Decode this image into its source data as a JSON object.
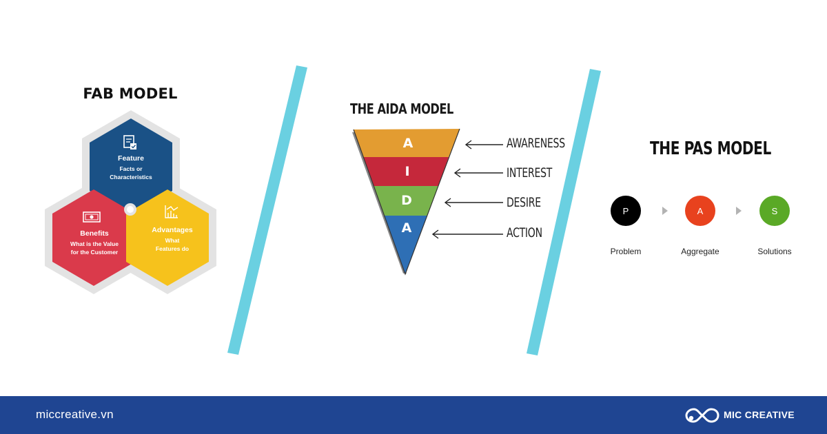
{
  "colors": {
    "divider": "#6ad0e1",
    "feature_hex": "#1a5186",
    "benefits_hex": "#da3a4b",
    "advantages_hex": "#f6c21c",
    "aida_a": "#e39c31",
    "aida_i": "#c5283b",
    "aida_d": "#79b34c",
    "aida_a2": "#2e6fb5",
    "pas_problem": "#000000",
    "pas_aggregate": "#e8421e",
    "pas_solutions": "#5aa926",
    "footer_bg": "#1f4592"
  },
  "fab": {
    "title": "FAB MODEL",
    "feature": {
      "title": "Feature",
      "line1": "Facts or",
      "line2": "Characteristics",
      "icon": "document-check-icon"
    },
    "benefits": {
      "title": "Benefits",
      "line1": "What is the Value",
      "line2": "for the Customer",
      "icon": "money-icon"
    },
    "advantages": {
      "title": "Advantages",
      "line1": "What",
      "line2": "Features do",
      "icon": "chart-icon"
    }
  },
  "aida": {
    "title": "THE AIDA MODEL",
    "letters": [
      "A",
      "I",
      "D",
      "A"
    ],
    "labels": [
      "AWARENESS",
      "INTEREST",
      "DESIRE",
      "ACTION"
    ]
  },
  "pas": {
    "title": "THE PAS MODEL",
    "steps": [
      {
        "letter": "P",
        "label": "Problem"
      },
      {
        "letter": "A",
        "label": "Aggregate"
      },
      {
        "letter": "S",
        "label": "Solutions"
      }
    ]
  },
  "footer": {
    "website": "miccreative.vn",
    "brand": "MIC CREATIVE",
    "logo": "mic-creative-logo"
  }
}
